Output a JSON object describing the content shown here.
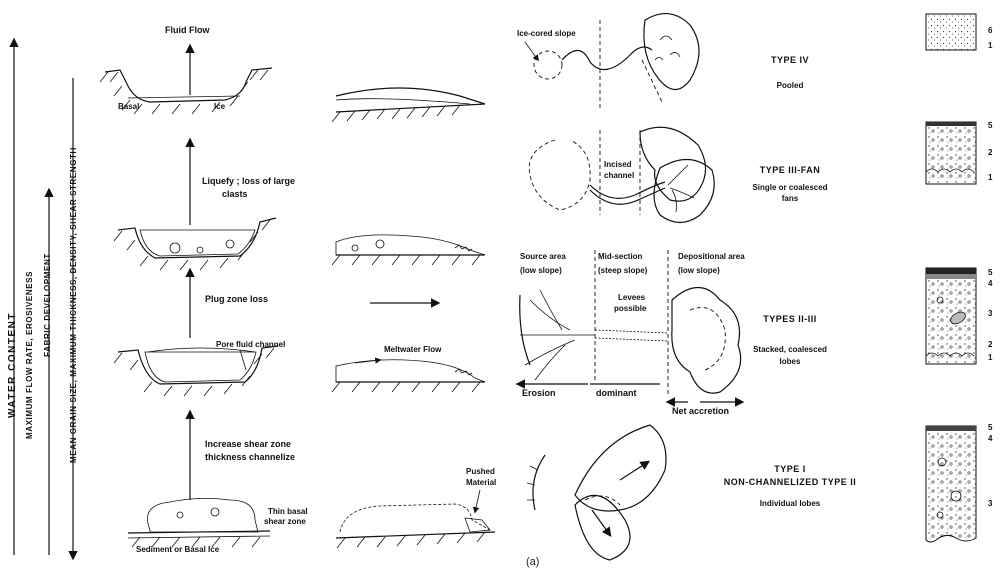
{
  "left_panel": {
    "axes": {
      "water_content": "WATER CONTENT",
      "max_flow_rate": "MAXIMUM FLOW RATE, EROSIVENESS",
      "fabric_development": "FABRIC DEVELOPMENT",
      "mean_grain_size": "MEAN GRAIN SIZE, MAXIMUM THICKNESS, DENSITY, SHEAR STRENGTH"
    },
    "labels": {
      "fluid_flow": "Fluid Flow",
      "basal": "Basal",
      "ice": "Ice",
      "liquefy": "Liquefy ; loss of large",
      "clasts": "clasts",
      "plug_zone_loss": "Plug zone loss",
      "pore_fluid_channel": "Pore fluid channel",
      "meltwater_flow": "Meltwater Flow",
      "increase_shear_1": "Increase shear zone",
      "increase_shear_2": "thickness channelize",
      "thin_basal_1": "Thin basal",
      "thin_basal_2": "shear zone",
      "sediment_or_basal_ice": "Sediment or Basal Ice",
      "pushed": "Pushed",
      "material": "Material"
    }
  },
  "right_panel": {
    "labels": {
      "ice_cored_slope": "Ice-cored slope",
      "incised": "Incised",
      "channel": "channel",
      "source_area": "Source area",
      "low_slope_1": "(low slope)",
      "mid_section": "Mid-section",
      "steep_slope": "(steep slope)",
      "depositional_area": "Depositional area",
      "low_slope_2": "(low slope)",
      "levees_1": "Levees",
      "levees_2": "possible",
      "erosion": "Erosion",
      "dominant": "dominant",
      "net_accretion": "Net accretion"
    },
    "types": [
      {
        "title": "TYPE IV",
        "desc1": "Pooled",
        "desc2": ""
      },
      {
        "title": "TYPE III-FAN",
        "desc1": "Single or coalesced",
        "desc2": "fans"
      },
      {
        "title": "TYPES II-III",
        "desc1": "Stacked, coalesced",
        "desc2": "lobes"
      },
      {
        "title": "TYPE I",
        "subtitle": "NON-CHANNELIZED TYPE II",
        "desc1": "Individual lobes",
        "desc2": ""
      }
    ],
    "column_numbers": [
      [
        "6",
        "1"
      ],
      [
        "5",
        "2",
        "1"
      ],
      [
        "5",
        "4",
        "3",
        "2",
        "1"
      ],
      [
        "5",
        "4",
        "3"
      ]
    ]
  },
  "caption": "(a)"
}
